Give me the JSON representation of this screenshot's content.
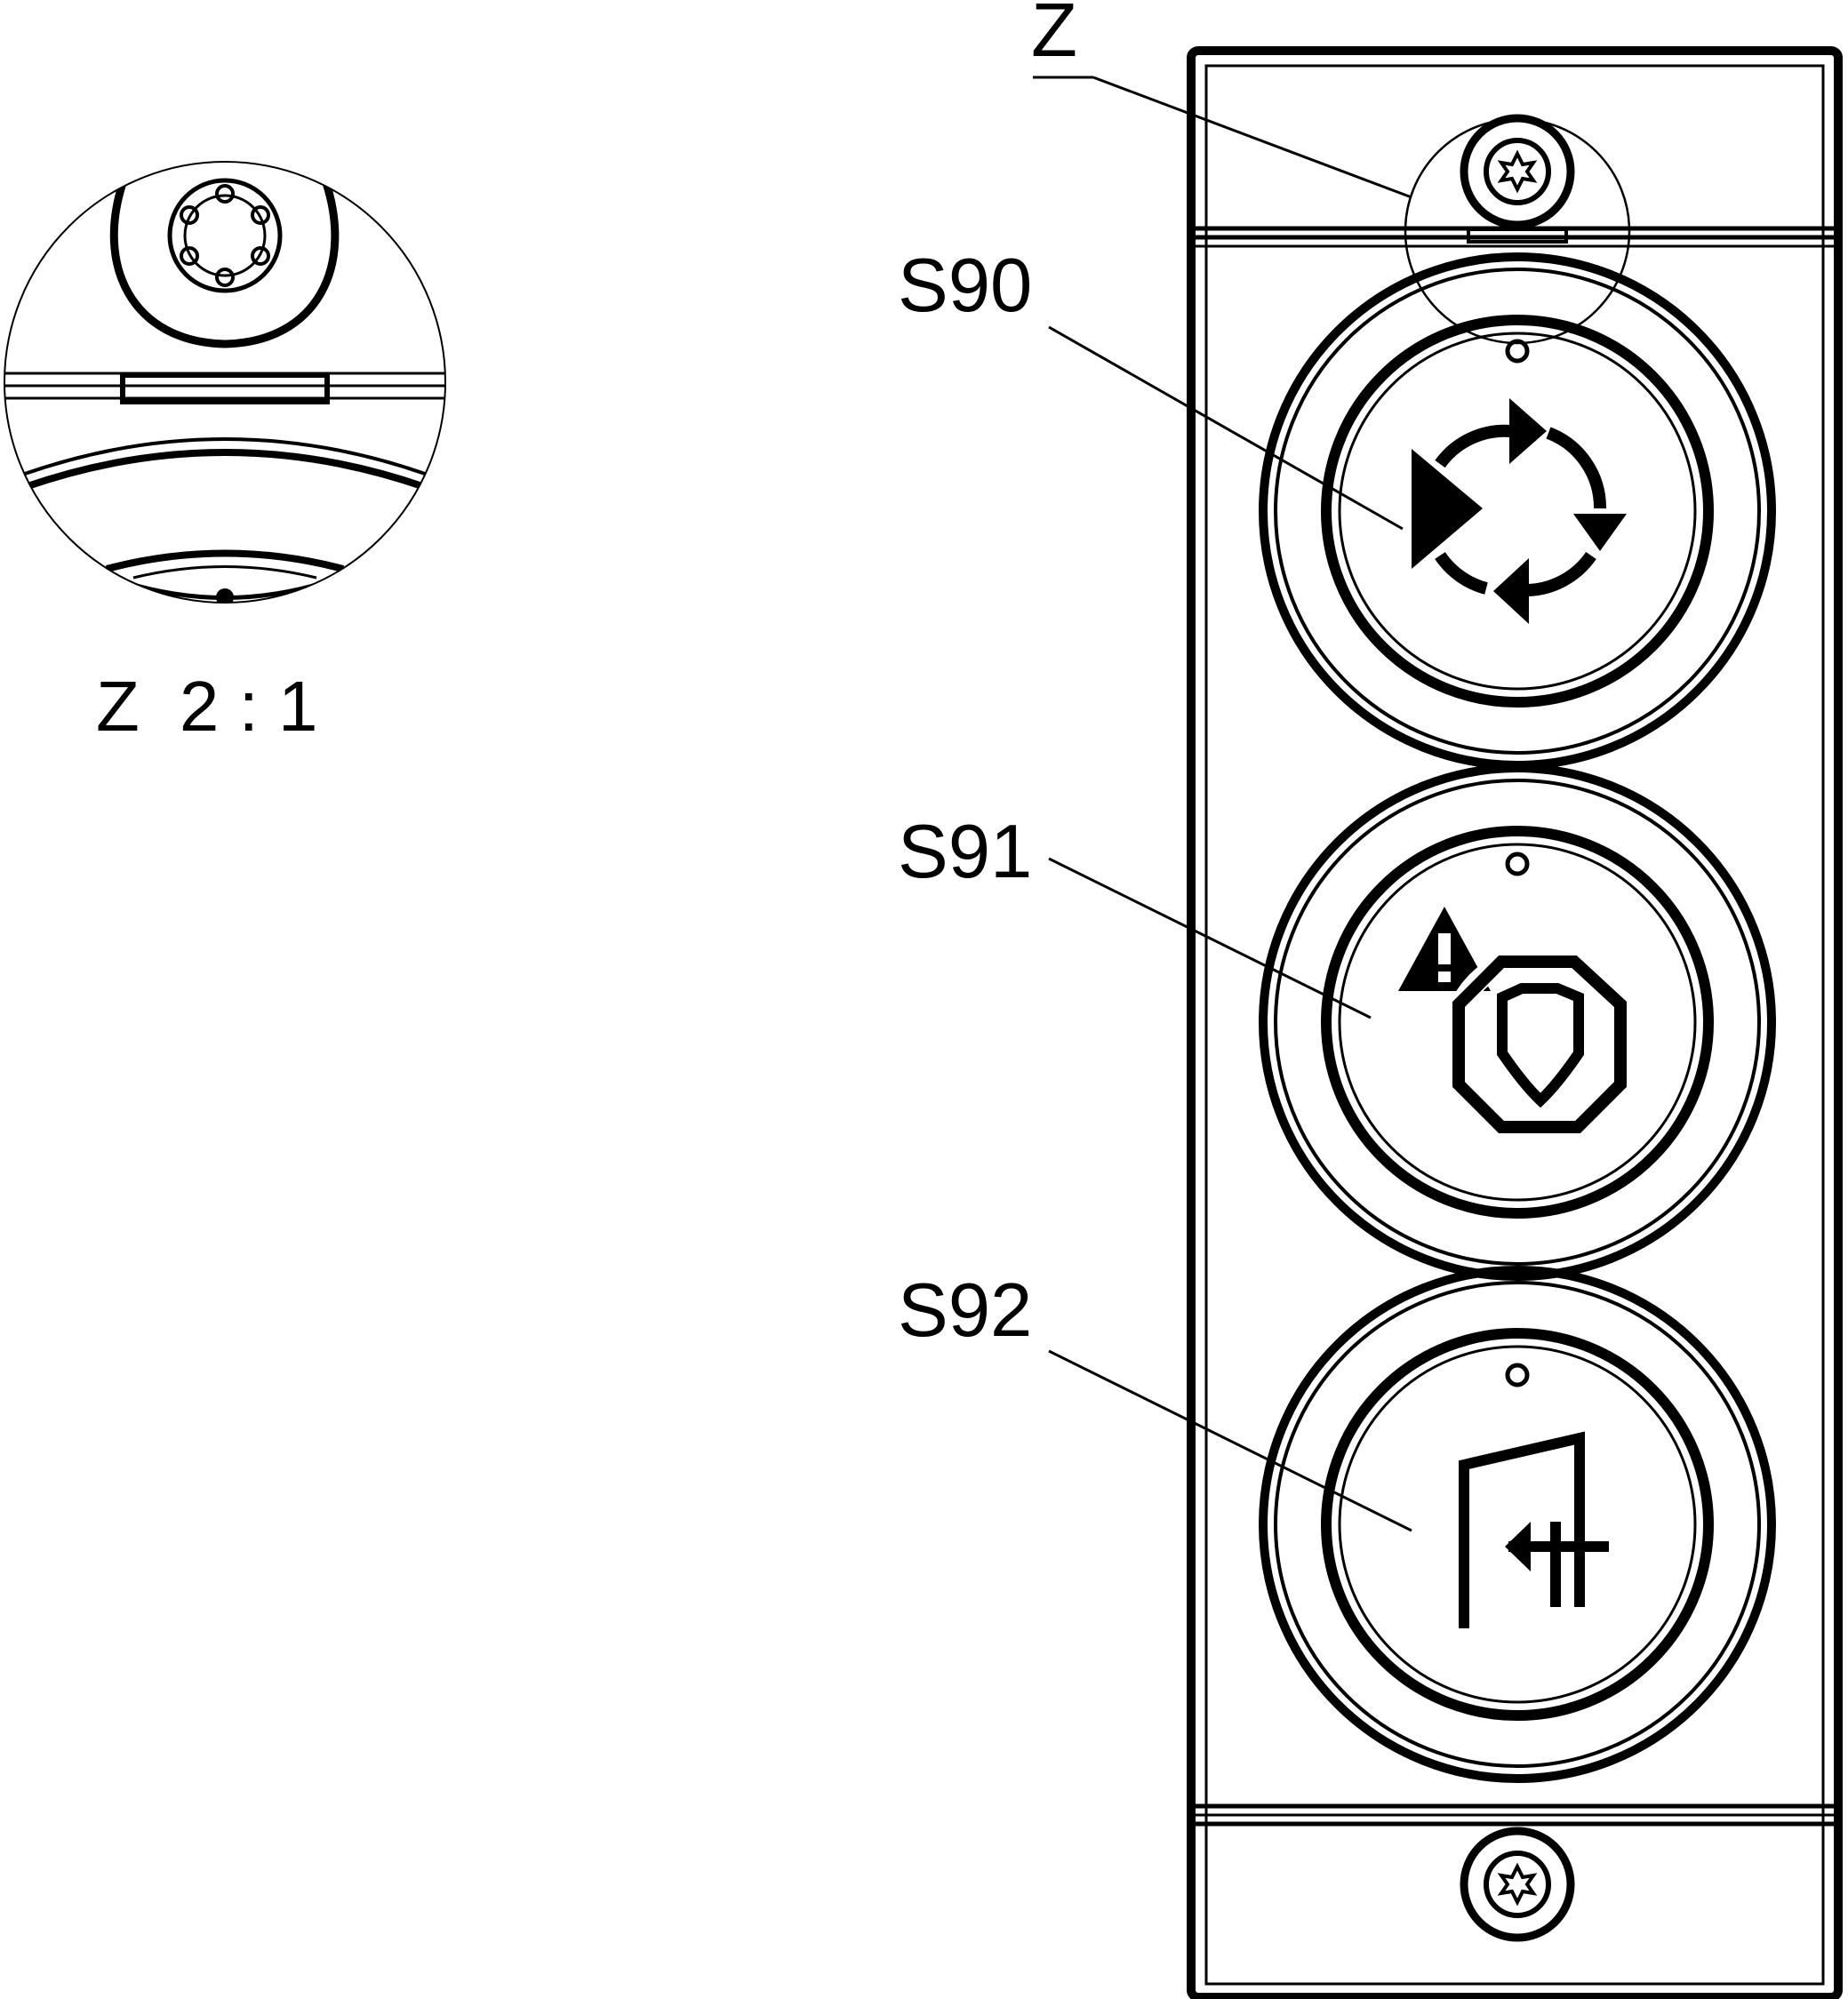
{
  "detail": {
    "label": "Z",
    "scale": "2 : 1"
  },
  "callouts": [
    {
      "id": "S90",
      "label": "S90",
      "icon": "start-cycle-icon"
    },
    {
      "id": "S91",
      "label": "S91",
      "icon": "safety-acknowledge-icon"
    },
    {
      "id": "S92",
      "label": "S92",
      "icon": "door-exit-icon"
    }
  ],
  "panel": {
    "screw_icon": "torx-screw-icon"
  },
  "colors": {
    "ink": "#000000",
    "background": "#ffffff"
  }
}
